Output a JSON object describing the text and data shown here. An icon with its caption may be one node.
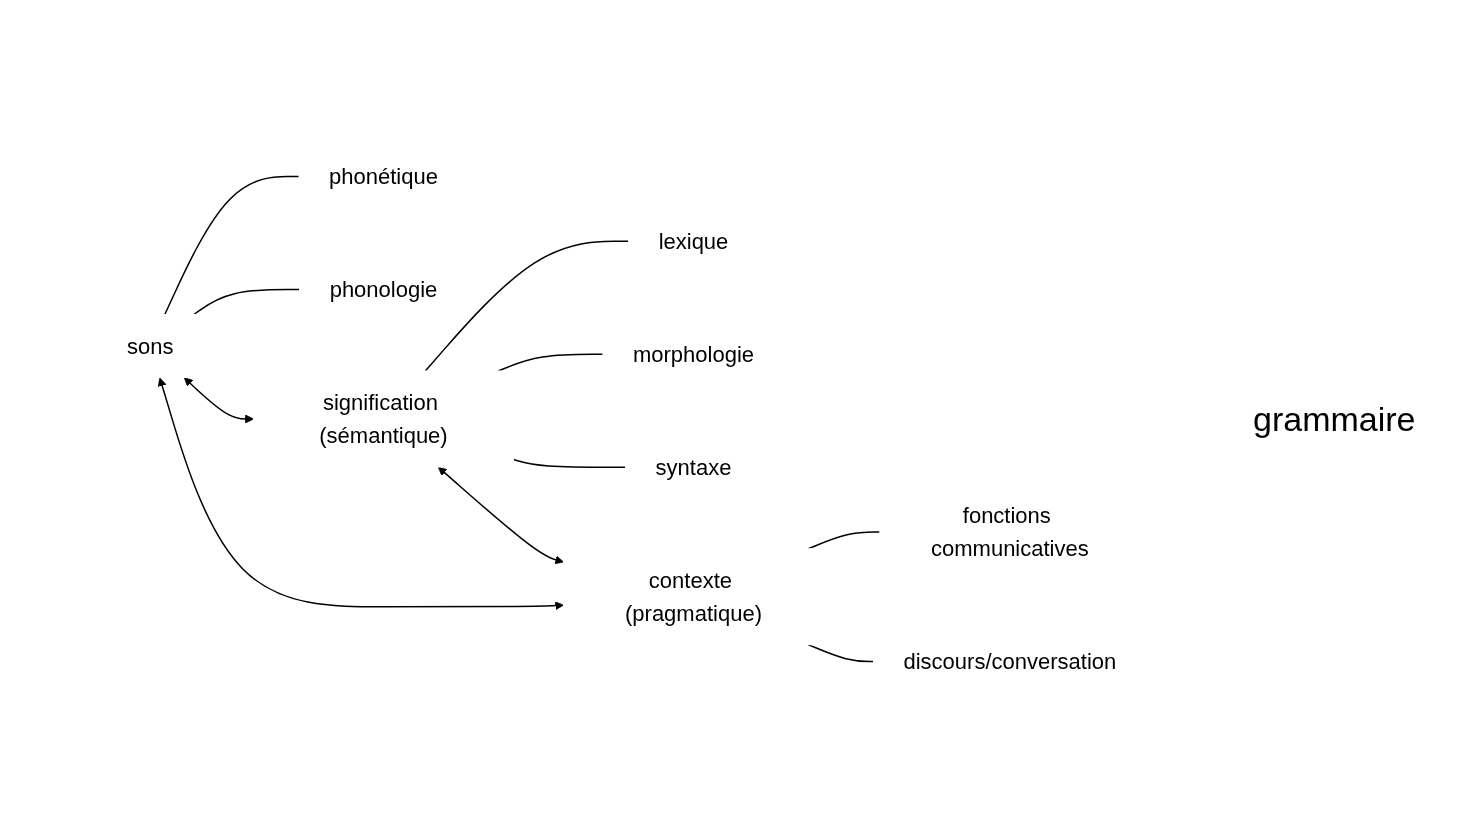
{
  "diagram": {
    "nodes": [
      {
        "text": [
          "sons"
        ]
      },
      {
        "text": [
          "phonétique"
        ]
      },
      {
        "text": [
          "phonologie"
        ]
      },
      {
        "text": [
          "signification (sémantique)"
        ]
      },
      {
        "text": [
          "lexique"
        ]
      },
      {
        "text": [
          "morphologie"
        ]
      },
      {
        "text": [
          "syntaxe"
        ]
      },
      {
        "text": [
          "contexte (pragmatique)"
        ]
      },
      {
        "text": [
          "fonctions communicatives"
        ]
      },
      {
        "text": [
          "discours/conversation"
        ]
      }
    ],
    "edges": [
      {
        "from": 0,
        "to": 1,
        "arrow": "none"
      },
      {
        "from": 0,
        "to": 2,
        "arrow": "none"
      },
      {
        "from": 0,
        "to": 3,
        "arrow": "both"
      },
      {
        "from": 3,
        "to": 4,
        "arrow": "none"
      },
      {
        "from": 3,
        "to": 5,
        "arrow": "none"
      },
      {
        "from": 3,
        "to": 6,
        "arrow": "none"
      },
      {
        "from": 3,
        "to": 7,
        "arrow": "both"
      },
      {
        "from": 7,
        "to": 8,
        "arrow": "none"
      },
      {
        "from": 7,
        "to": 9,
        "arrow": "none"
      },
      {
        "from": 0,
        "to": 7,
        "arrow": "both"
      }
    ],
    "labels": [
      "grammaire"
    ]
  }
}
